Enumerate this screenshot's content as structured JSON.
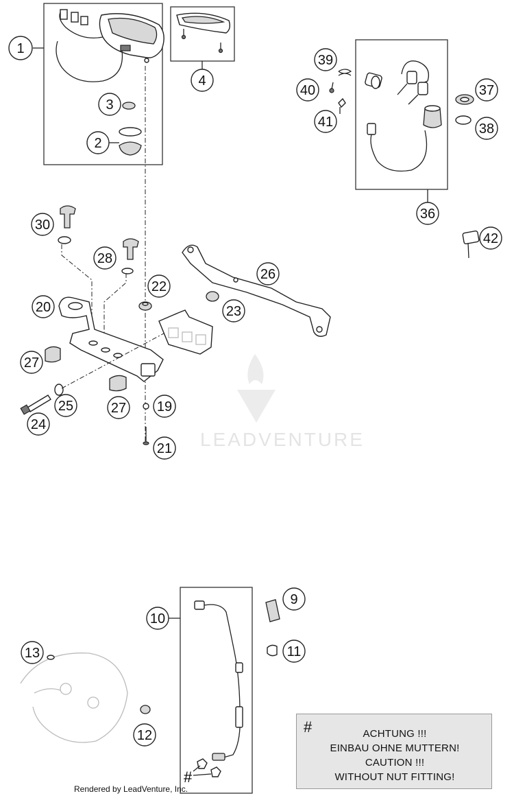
{
  "callouts": [
    {
      "num": "1"
    },
    {
      "num": "2"
    },
    {
      "num": "3"
    },
    {
      "num": "4"
    },
    {
      "num": "9"
    },
    {
      "num": "10"
    },
    {
      "num": "11"
    },
    {
      "num": "12"
    },
    {
      "num": "13"
    },
    {
      "num": "19"
    },
    {
      "num": "20"
    },
    {
      "num": "21"
    },
    {
      "num": "22"
    },
    {
      "num": "23"
    },
    {
      "num": "24"
    },
    {
      "num": "25"
    },
    {
      "num": "26"
    },
    {
      "num": "27"
    },
    {
      "num": "27"
    },
    {
      "num": "28"
    },
    {
      "num": "30"
    },
    {
      "num": "36"
    },
    {
      "num": "37"
    },
    {
      "num": "38"
    },
    {
      "num": "39"
    },
    {
      "num": "40"
    },
    {
      "num": "41"
    },
    {
      "num": "42"
    }
  ],
  "note": {
    "symbol": "#",
    "lines": [
      "ACHTUNG !!!",
      "EINBAU OHNE MUTTERN!",
      "CAUTION !!!",
      "WITHOUT NUT FITTING!"
    ]
  },
  "hash_mark": "#",
  "watermark": "LEADVENTURE",
  "footer": "Rendered by LeadVenture, Inc."
}
